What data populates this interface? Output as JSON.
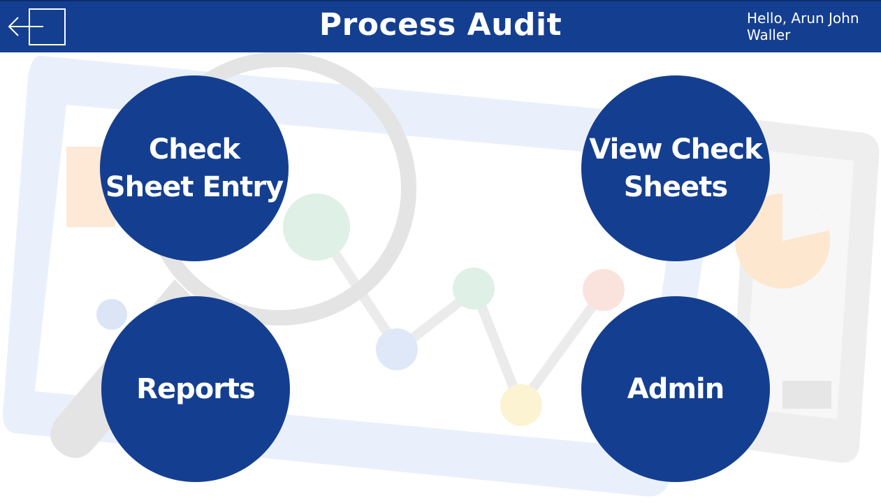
{
  "header": {
    "title": "Process Audit",
    "greeting": "Hello, Arun John Waller",
    "exit_icon": "exit-arrow-icon"
  },
  "menu": {
    "check_sheet_entry": "Check Sheet Entry",
    "view_check_sheets": "View Check Sheets",
    "reports": "Reports",
    "admin": "Admin"
  },
  "colors": {
    "primary": "#143f91",
    "background": "#ffffff",
    "text_on_primary": "#ffffff"
  }
}
